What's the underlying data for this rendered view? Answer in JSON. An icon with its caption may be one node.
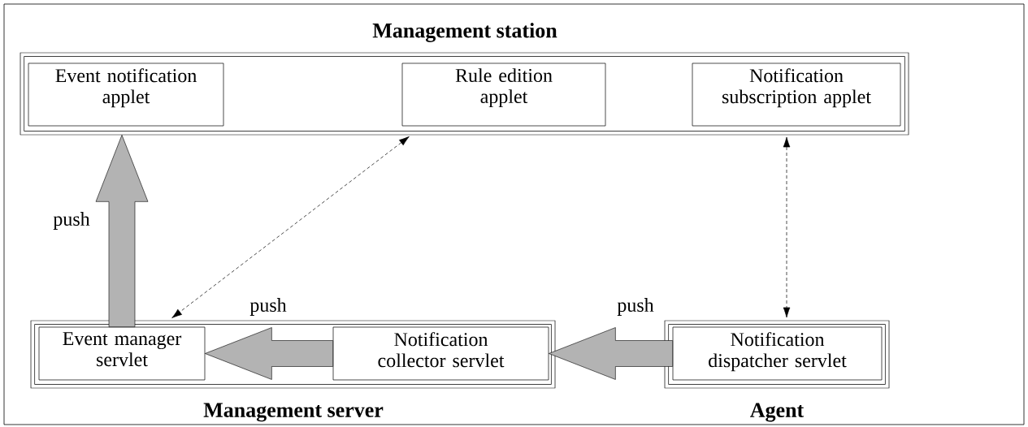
{
  "diagram": {
    "nodes": [
      {
        "text": [
          "Management station"
        ]
      },
      {
        "text": [
          "Event notification applet"
        ],
        "in": 0
      },
      {
        "text": [
          "Rule edition applet"
        ],
        "in": 0
      },
      {
        "text": [
          "Notification subscription applet"
        ],
        "in": 0
      },
      {
        "text": [
          "Management server"
        ]
      },
      {
        "text": [
          "Event manager servlet"
        ],
        "in": 4
      },
      {
        "text": [
          "Notification collector servlet"
        ],
        "in": 4
      },
      {
        "text": [
          "Agent"
        ]
      },
      {
        "text": [
          "Notification dispatcher servlet"
        ],
        "in": 7
      }
    ],
    "edges": [
      {
        "from": 5,
        "to": 1,
        "arrow": "to",
        "label": "push",
        "style": "thick",
        "color": "#b3b3b3"
      },
      {
        "from": 2,
        "to": 5,
        "arrow": "both",
        "style": "dashed",
        "color": "#000000"
      },
      {
        "from": 3,
        "to": 8,
        "arrow": "both",
        "style": "dashed",
        "color": "#000000"
      },
      {
        "from": 6,
        "to": 5,
        "arrow": "to",
        "label": "push",
        "style": "thick",
        "color": "#b3b3b3"
      },
      {
        "from": 8,
        "to": 6,
        "arrow": "to",
        "label": "push",
        "style": "thick",
        "color": "#b3b3b3"
      }
    ]
  }
}
